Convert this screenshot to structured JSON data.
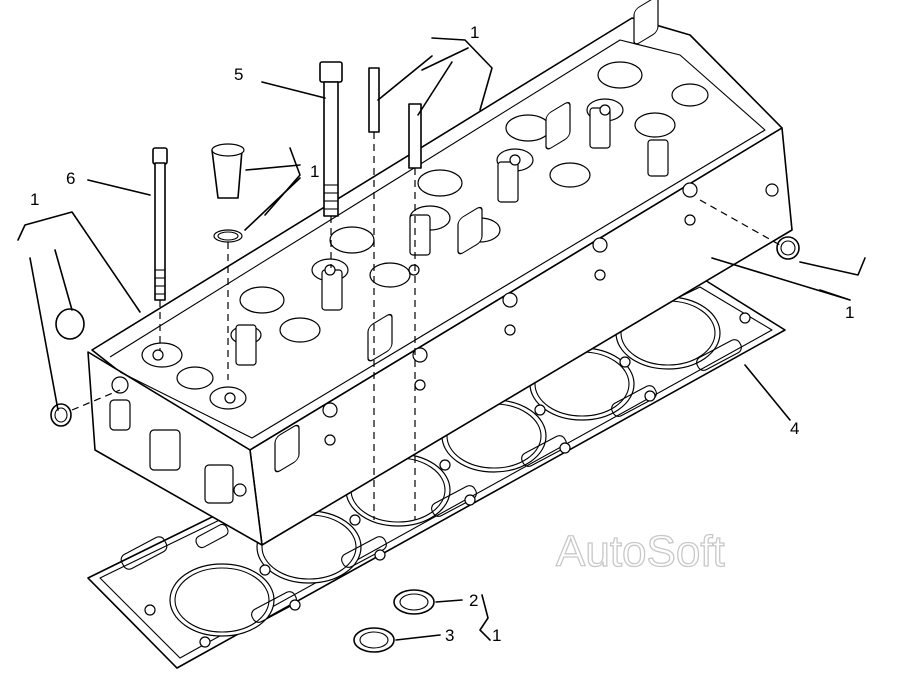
{
  "callouts": {
    "c1_top": "1",
    "c5": "5",
    "c1_mid": "1",
    "c6": "6",
    "c1_left": "1",
    "c1_right": "1",
    "c4": "4",
    "c2": "2",
    "c3": "3",
    "c1_bottom": "1"
  },
  "watermark": "AutoSoft"
}
